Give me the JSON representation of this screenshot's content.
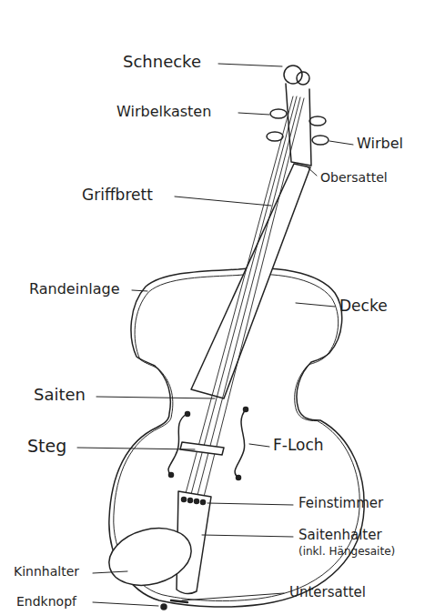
{
  "diagram": {
    "labels": [
      "Schnecke",
      "Wirbelkasten",
      "Wirbel",
      "Obersattel",
      "Griffbrett",
      "Randeinlage",
      "Decke",
      "Saiten",
      "Steg",
      "F-Loch",
      "Feinstimmer",
      "Saitenhalter",
      "(inkl. Hängesaite)",
      "Kinnhalter",
      "Untersattel",
      "Endknopf"
    ]
  }
}
